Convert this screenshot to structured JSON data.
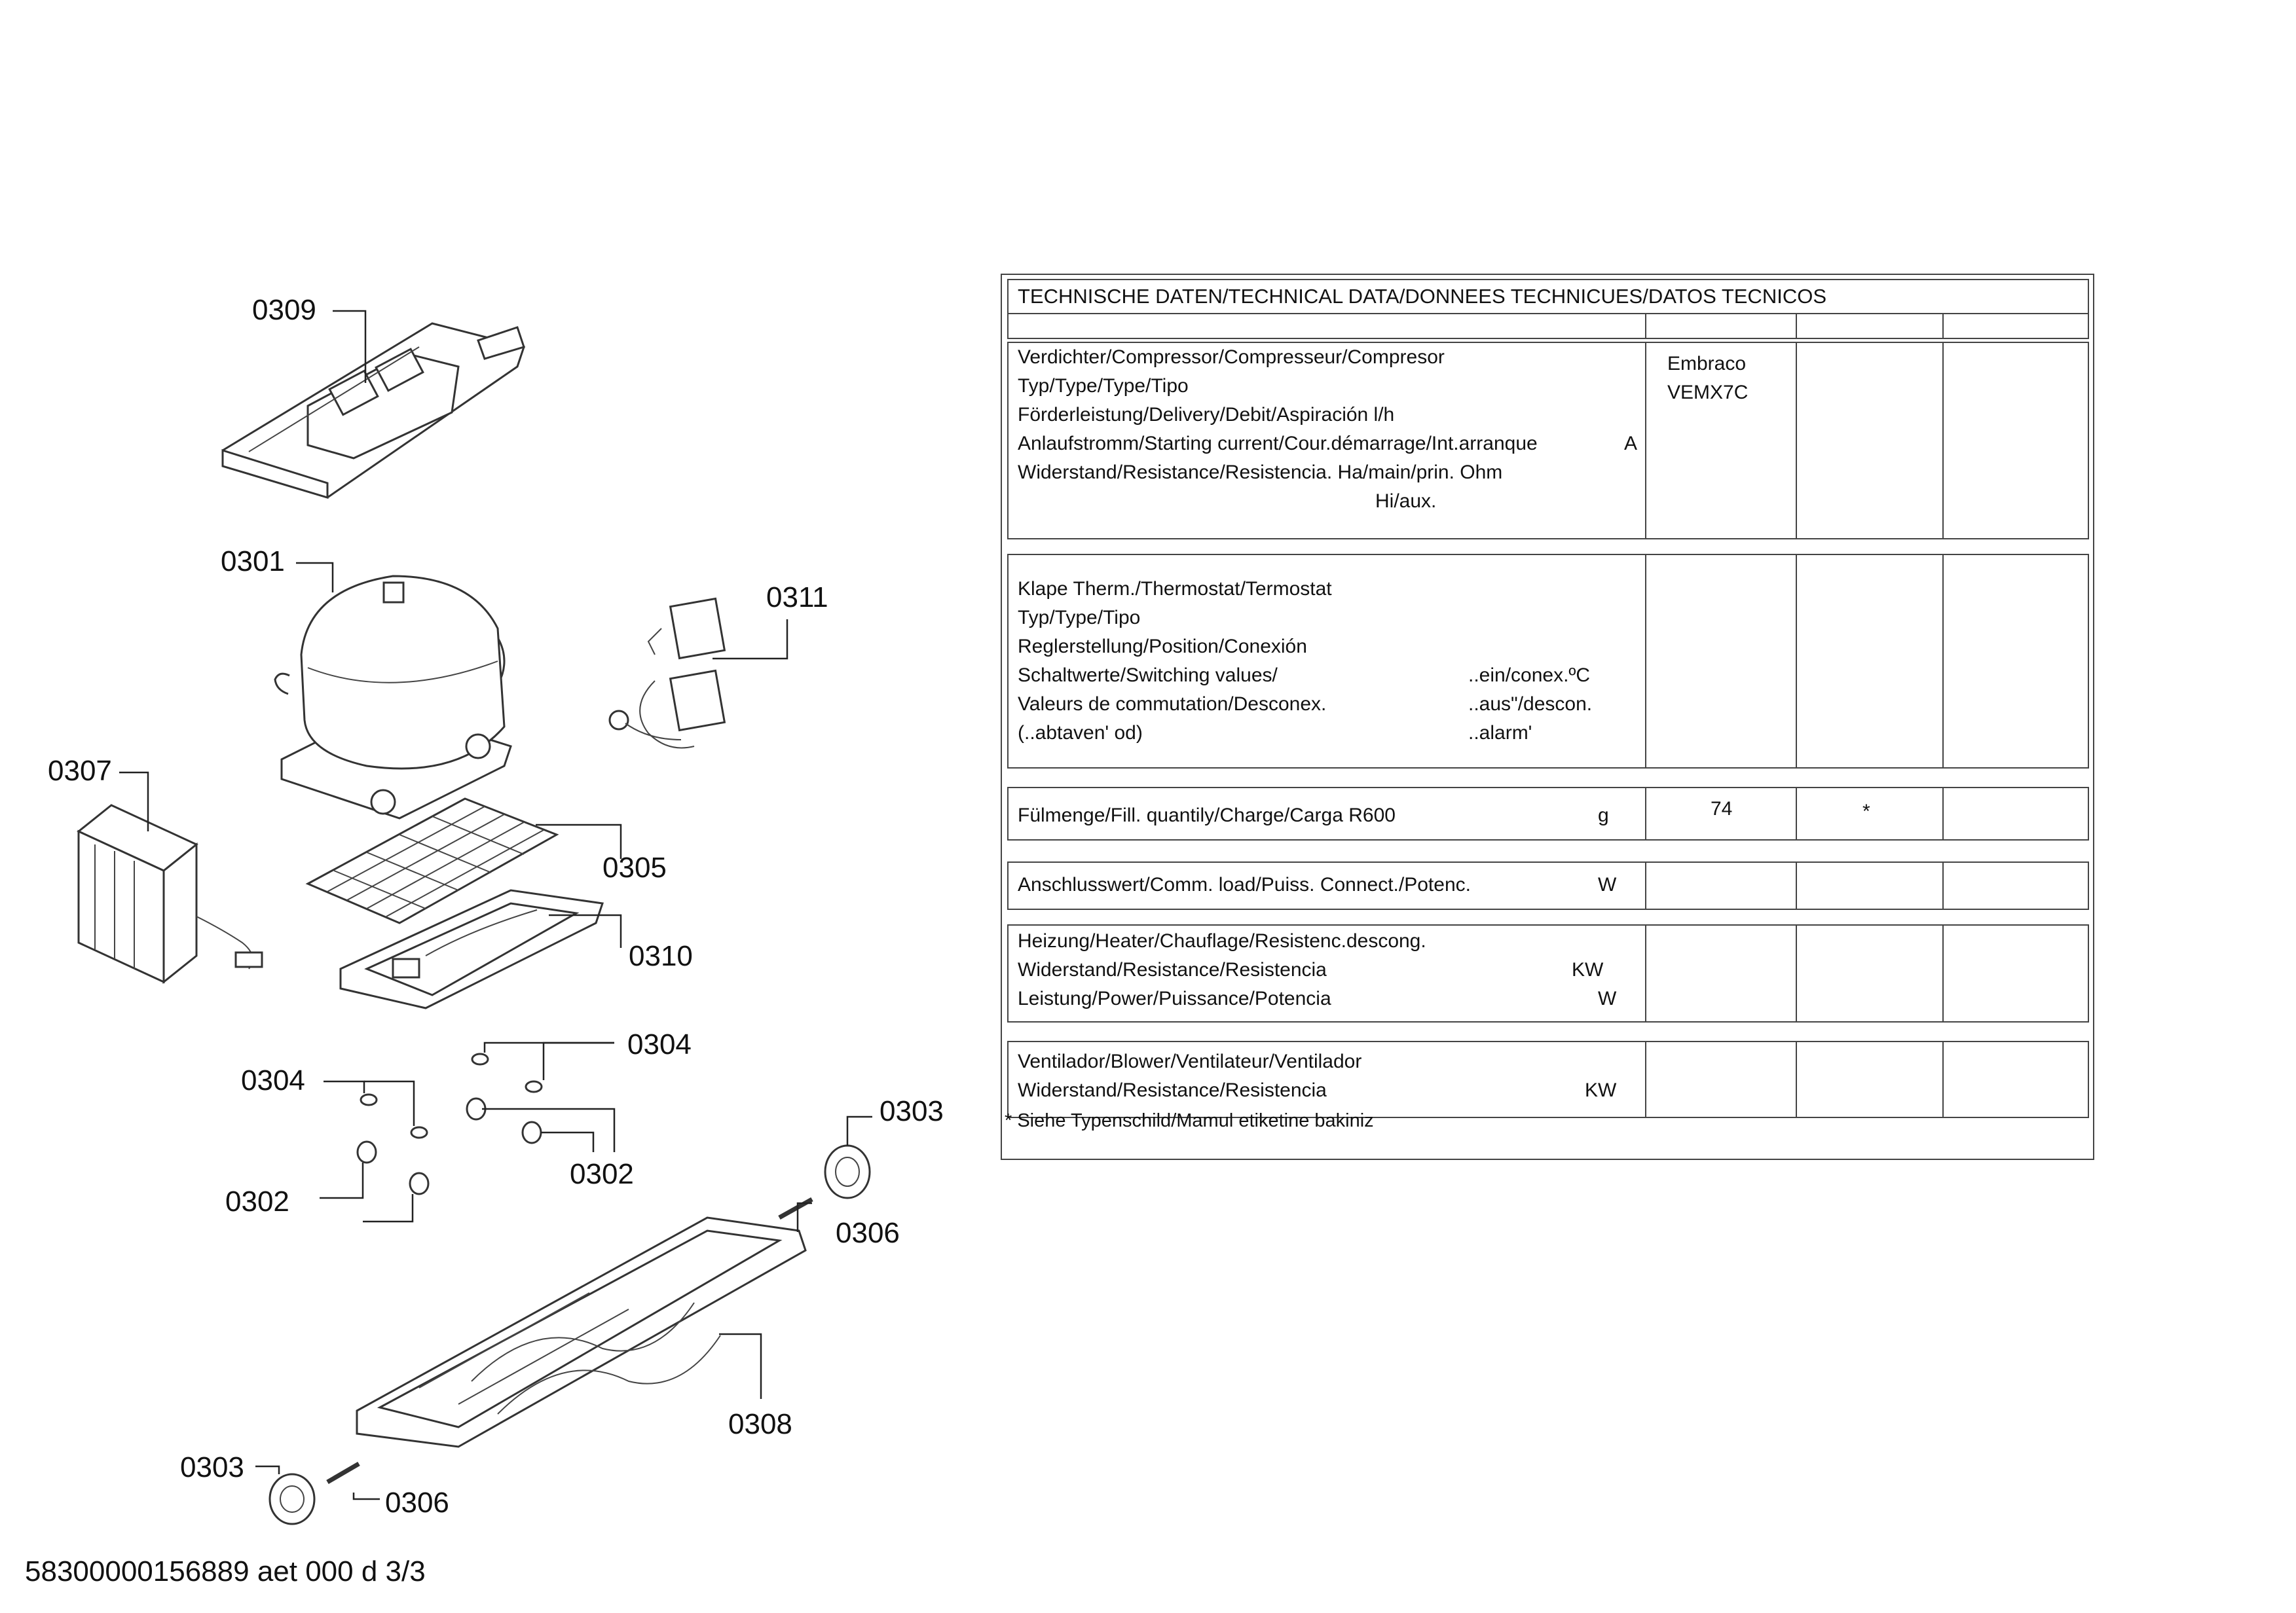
{
  "part_labels": {
    "p0309": "0309",
    "p0301": "0301",
    "p0311": "0311",
    "p0307": "0307",
    "p0305": "0305",
    "p0310": "0310",
    "p0304a": "0304",
    "p0304b": "0304",
    "p0303a": "0303",
    "p0302a": "0302",
    "p0302b": "0302",
    "p0306a": "0306",
    "p0308": "0308",
    "p0303b": "0303",
    "p0306b": "0306"
  },
  "table": {
    "title": "TECHNISCHE DATEN/TECHNICAL DATA/DONNEES TECHNICUES/DATOS TECNICOS",
    "compressor": {
      "lines": [
        "Verdichter/Compressor/Compresseur/Compresor",
        "Typ/Type/Type/Tipo",
        "Förderleistung/Delivery/Debit/Aspiración l/h",
        "Anlaufstromm/Starting current/Cour.démarrage/Int.arranque",
        "Widerstand/Resistance/Resistencia. Ha/main/prin. Ohm",
        "Hi/aux."
      ],
      "unit_a": "A",
      "value_make": "Embraco",
      "value_model": "VEMX7C"
    },
    "thermostat": {
      "lines": [
        "Klape Therm./Thermostat/Termostat",
        "Typ/Type/Tipo",
        "Reglerstellung/Position/Conexión",
        "Schaltwerte/Switching values/",
        "Valeurs de commutation/Desconex.",
        "(..abtaven' od)"
      ],
      "right_lines": [
        "..ein/conex.ºC",
        "..aus\"/descon.",
        "..alarm'"
      ]
    },
    "fill": {
      "label": "Fülmenge/Fill. quantily/Charge/Carga   R600",
      "unit": "g",
      "value": "74",
      "value2": "*"
    },
    "conn": {
      "label": "Anschlusswert/Comm. load/Puiss. Connect./Potenc.",
      "unit": "W"
    },
    "heater": {
      "lines": [
        "Heizung/Heater/Chauflage/Resistenc.descong.",
        "Widerstand/Resistance/Resistencia",
        "Leistung/Power/Puissance/Potencia"
      ],
      "unit1": "KW",
      "unit2": "W"
    },
    "blower": {
      "lines": [
        "Ventilador/Blower/Ventilateur/Ventilador",
        "Widerstand/Resistance/Resistencia"
      ],
      "unit": "KW"
    },
    "footnote": "* Siehe Typenschild/Mamul etiketine bakiniz"
  },
  "doc_id": "58300000156889 aet 000 d 3/3"
}
